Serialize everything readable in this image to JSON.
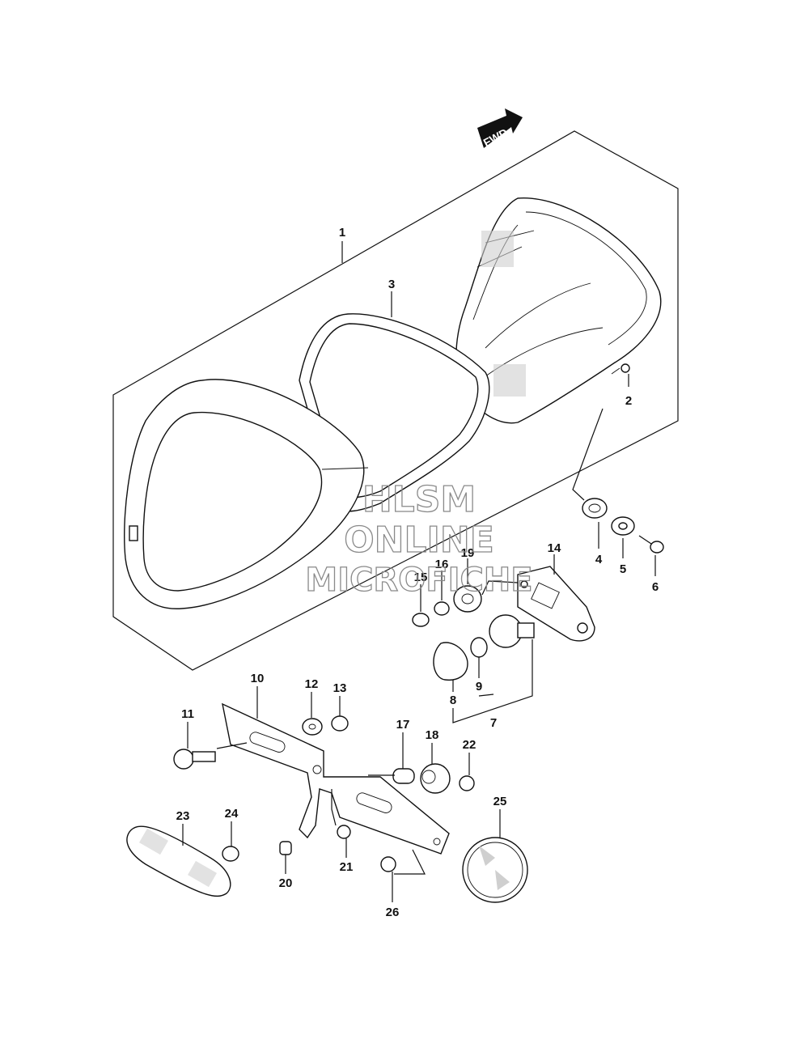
{
  "fwd_arrow": {
    "text": "FWD"
  },
  "watermark": {
    "line1": "HLSM",
    "line2": "ONLINE",
    "line3": "MICROFICHE"
  },
  "callouts": {
    "c1": "1",
    "c2": "2",
    "c3": "3",
    "c4": "4",
    "c5": "5",
    "c6": "6",
    "c7": "7",
    "c8": "8",
    "c9": "9",
    "c10": "10",
    "c11": "11",
    "c12": "12",
    "c13": "13",
    "c14": "14",
    "c15": "15",
    "c16": "16",
    "c17": "17",
    "c18": "18",
    "c19": "19",
    "c20": "20",
    "c21": "21",
    "c22": "22",
    "c23": "23",
    "c24": "24",
    "c25": "25",
    "c26": "26"
  }
}
